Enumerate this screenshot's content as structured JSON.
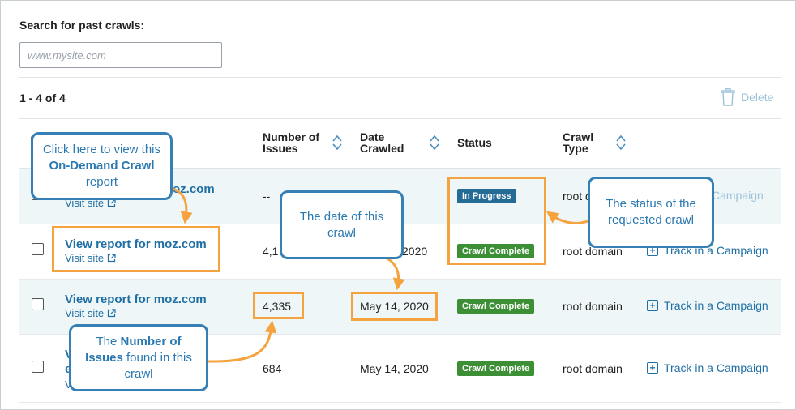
{
  "search": {
    "label": "Search for past crawls:",
    "placeholder": "www.mysite.com",
    "value": ""
  },
  "toolbar": {
    "count": "1 - 4 of 4",
    "delete_label": "Delete",
    "delete_icon": "trash-icon"
  },
  "columns": {
    "issues_line1": "Number of",
    "issues_line2": "Issues",
    "date_line1": "Date",
    "date_line2": "Crawled",
    "status": "Status",
    "type_line1": "Crawl",
    "type_line2": "Type"
  },
  "rows": [
    {
      "report": "View report for moz.com",
      "visit": "Visit site",
      "issues": "--",
      "date": "",
      "status": "In Progress",
      "type": "root domain",
      "track": "Track in a Campaign"
    },
    {
      "report": "View report for moz.com",
      "visit": "Visit site",
      "issues": "4,1",
      "date": "2020",
      "status": "Crawl Complete",
      "type": "root domain",
      "track": "Track in a Campaign"
    },
    {
      "report": "View report for moz.com",
      "visit": "Visit site",
      "issues": "4,335",
      "date": "May 14, 2020",
      "status": "Crawl Complete",
      "type": "root domain",
      "track": "Track in a Campaign"
    },
    {
      "report": "V",
      "report_line2": "e",
      "visit": "V",
      "issues": "684",
      "date": "May 14, 2020",
      "status": "Crawl Complete",
      "type": "root domain",
      "track": "Track in a Campaign"
    }
  ],
  "row1_partial": {
    "report_tail": "oz.com",
    "type_visible": "root d",
    "track_visible": "Campaign"
  },
  "callouts": {
    "report_pre": "Click here to view this ",
    "report_bold": "On-Demand Crawl",
    "report_post": " report",
    "date": "The date of this crawl",
    "status": "The status of the requested crawl",
    "issues_pre": "The ",
    "issues_bold": "Number of Issues",
    "issues_post": " found in this crawl"
  },
  "colors": {
    "link": "#1f6fa5",
    "in_progress": "#246b96",
    "complete": "#3d8f36",
    "highlight": "#f5a33e",
    "callout_border": "#3780b5"
  }
}
